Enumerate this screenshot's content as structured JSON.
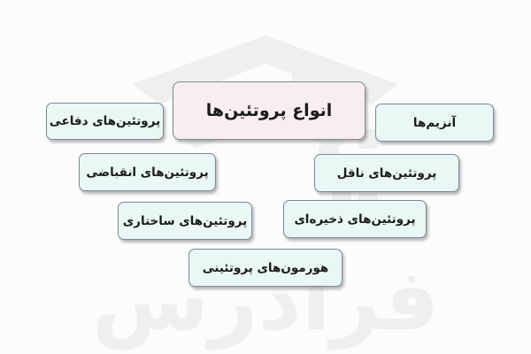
{
  "diagram": {
    "root": {
      "label": "انواع پروتئین‌ها"
    },
    "nodes": [
      {
        "id": "defensive",
        "label": "پروتئین‌های دفاعی"
      },
      {
        "id": "enzymes",
        "label": "آنزیم‌ها"
      },
      {
        "id": "contractile",
        "label": "پروتئین‌های انقباضی"
      },
      {
        "id": "transport",
        "label": "پروتئین‌های ناقل"
      },
      {
        "id": "structural",
        "label": "پروتئین‌های ساختاری"
      },
      {
        "id": "storage",
        "label": "پروتئین‌های ذخیره‌ای"
      },
      {
        "id": "hormones",
        "label": "هورمون‌های پروتئینی"
      }
    ],
    "watermark": {
      "text": "فرادرس"
    },
    "colors": {
      "root_fill": "#f9edf1",
      "node_fill": "#e9f7f5",
      "border": "#7d8a94",
      "text": "#1a1a1a"
    }
  }
}
